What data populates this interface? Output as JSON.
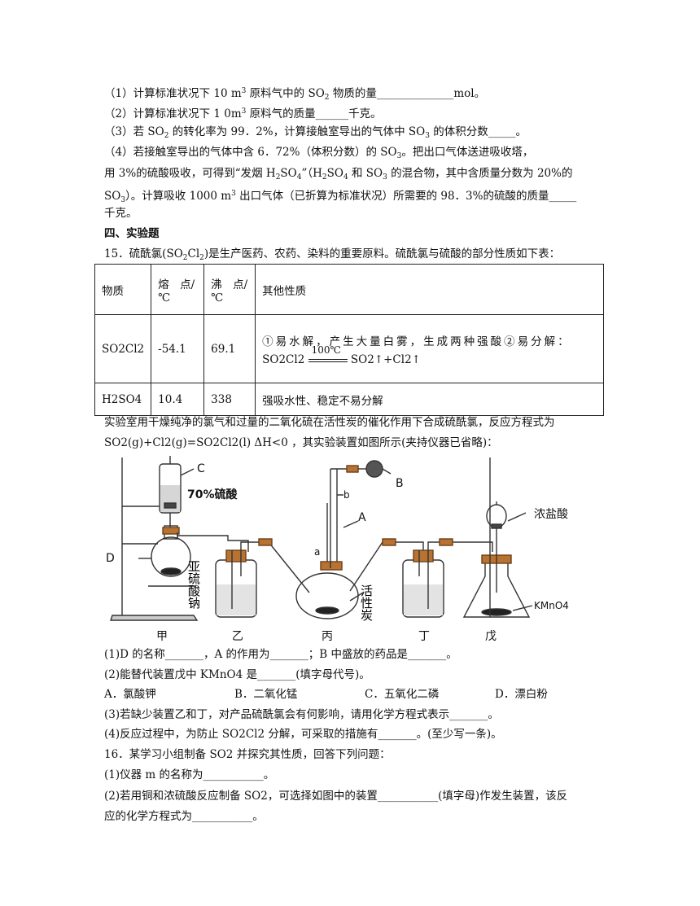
{
  "q14": {
    "p1_pre": "（1）计算标准状况下 10 m",
    "p1_mid": " 原料气中的 SO",
    "p1_post": " 物质的量______________mol。",
    "p2_pre": "（2）计算标准状况下 1 0m",
    "p2_post": " 原料气的质量______千克。",
    "p3_pre": "（3）若 SO",
    "p3_mid": " 的转化率为 99．2%，计算接触室导出的气体中 SO",
    "p3_post": " 的体积分数_____。",
    "p4a_pre": "（4）若接触室导出的气体中含 6．72%（体积分数）的 SO",
    "p4a_post": "。把出口气体送进吸收塔，",
    "p4b_pre": "用 3%的硫酸吸收，可得到“发烟 H",
    "p4b_mid1": "SO",
    "p4b_mid2": "”（H",
    "p4b_mid3": "SO",
    "p4b_mid4": " 和 SO",
    "p4b_post": " 的混合物，其中含质量分数为 20%的",
    "p4c_pre": "SO",
    "p4c_post": "）。计算吸收 1000 m",
    "p4c_post2": " 出口气体（已折算为标准状况）所需要的 98．3%的硫酸的质量_____",
    "p4d": "千克。"
  },
  "section4": "四、实验题",
  "q15": {
    "intro": "15．硫酰氯(SO",
    "intro2": "Cl",
    "intro3": ")是生产医药、农药、染料的重要原料。硫酰氯与硫酸的部分性质如下表：",
    "table": {
      "h1": "物质",
      "h2": "熔　点/℃",
      "h3": "沸　点/℃",
      "h4": "其他性质",
      "r1c1": "SO2Cl2",
      "r1c2": "-54.1",
      "r1c3": "69.1",
      "r1c4a": "①易水解，产生大量白雾，生成两种强酸②易分解：",
      "r1c4cond": "100℃",
      "r1c4eq_l": "SO2Cl2",
      "r1c4eq_r": "SO2↑+Cl2↑",
      "r2c1": "H2SO4",
      "r2c2": "10.4",
      "r2c3": "338",
      "r2c4": "强吸水性、稳定不易分解"
    },
    "desc1": "实验室用干燥纯净的氯气和过量的二氧化硫在活性炭的催化作用下合成硫酰氯，反应方程式为",
    "desc2": "SO2(g)+Cl2(g)=SO2Cl2(l) ΔH<0 ，其实验装置如图所示(夹持仪器已省略)：",
    "diagram": {
      "C": "C",
      "acid": "70%硫酸",
      "D": "D",
      "salt": "亚硫酸钠",
      "A": "A",
      "a": "a",
      "b": "b",
      "B": "B",
      "carbon": "活性炭",
      "hcl": "浓盐酸",
      "kmno4": "KMnO4",
      "jia": "甲",
      "yi": "乙",
      "bing": "丙",
      "ding": "丁",
      "wu": "戊"
    },
    "s1": "(1)D 的名称_______，A 的作用为_______；B 中盛放的药品是_______。",
    "s2": "(2)能替代装置戊中 KMnO4 是_______(填字母代号)。",
    "optA": "A．氯酸钾",
    "optB": "B．二氧化锰",
    "optC": "C．五氧化二磷",
    "optD": "D．漂白粉",
    "s3": "(3)若缺少装置乙和丁，对产品硫酰氯会有何影响，请用化学方程式表示_______。",
    "s4": "(4)反应过程中，为防止 SO2Cl2 分解，可采取的措施有_______。(至少写一条)。"
  },
  "q16": {
    "intro": "16．某学习小组制备 SO2 并探究其性质，回答下列问题：",
    "s1": "(1)仪器 m 的名称为___________。",
    "s2a": "(2)若用铜和浓硫酸反应制备 SO2，可选择如图中的装置___________(填字母)作发生装置，该反",
    "s2b": "应的化学方程式为___________。"
  }
}
